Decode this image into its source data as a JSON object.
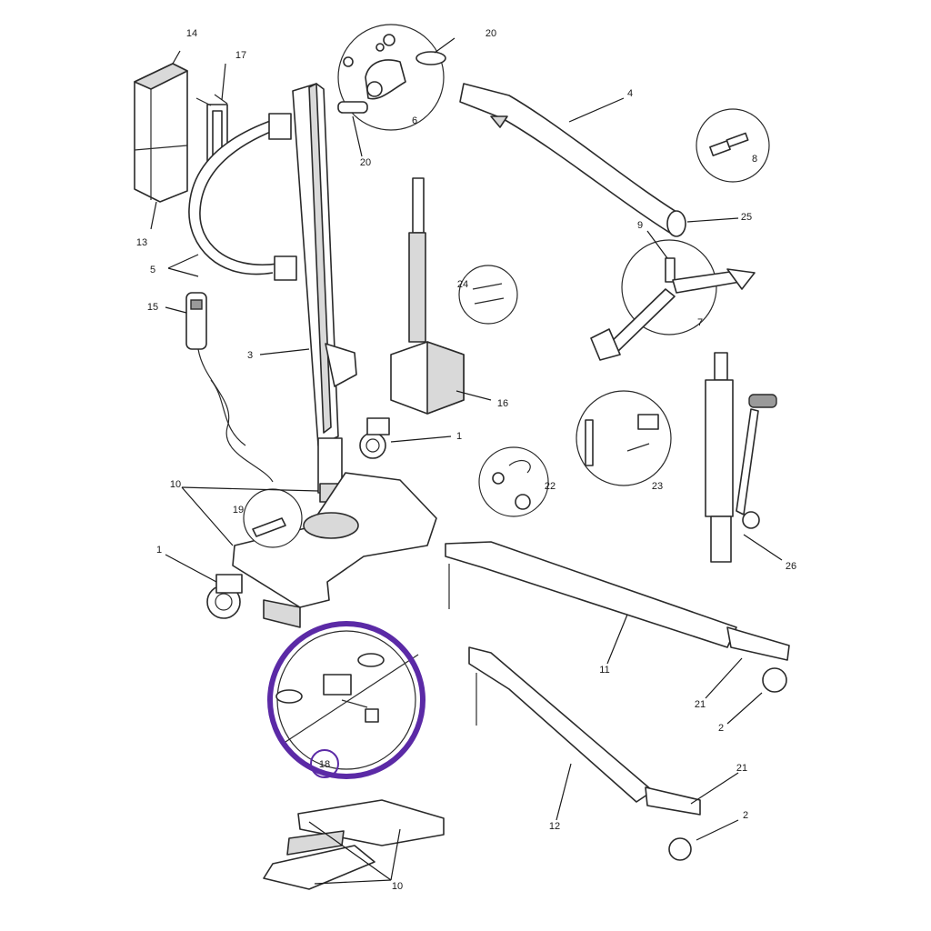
{
  "callouts": {
    "c14": "14",
    "c17": "17",
    "c20a": "20",
    "c20b": "20",
    "c6": "6",
    "c4": "4",
    "c8": "8",
    "c25": "25",
    "c9": "9",
    "c7": "7",
    "c13": "13",
    "c5": "5",
    "c15": "15",
    "c3": "3",
    "c24": "24",
    "c16": "16",
    "c1a": "1",
    "c22": "22",
    "c23": "23",
    "c10a": "10",
    "c19": "19",
    "c1b": "1",
    "c26": "26",
    "c11": "11",
    "c21a": "21",
    "c2a": "2",
    "c18": "18",
    "c12": "12",
    "c21b": "21",
    "c2b": "2",
    "c10b": "10"
  },
  "colors": {
    "line": "#2a2a2a",
    "highlight": "#5b2aa6",
    "background": "#ffffff"
  },
  "highlighted_part": "18"
}
